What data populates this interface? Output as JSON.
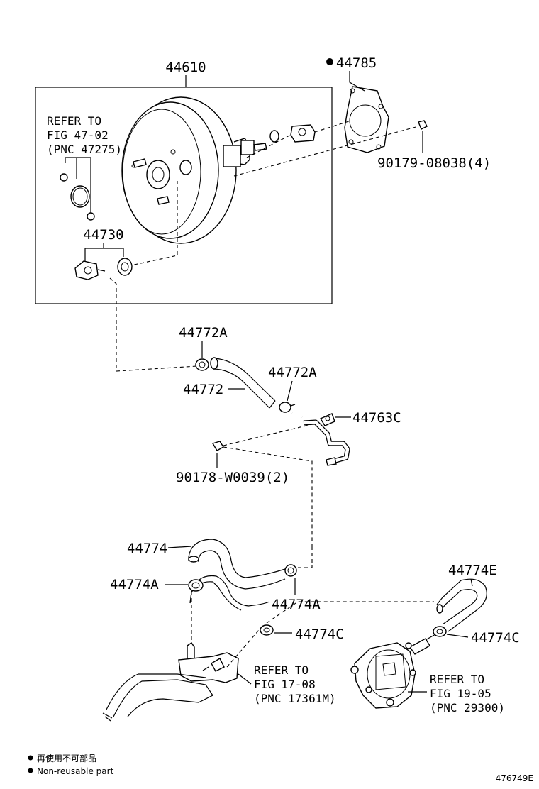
{
  "parts": {
    "booster": "44610",
    "gasket": "44785",
    "nut": "90179-08038(4)",
    "check_valve": "44730",
    "clamp_a_upper": "44772A",
    "hose_upper": "44772",
    "clamp_a_mid": "44772A",
    "pipe": "44763C",
    "bolt": "90178-W0039(2)",
    "hose_lower": "44774",
    "clamp_lower_left": "44774A",
    "clamp_lower_right": "44774A",
    "hose_e": "44774E",
    "clamp_c_left": "44774C",
    "clamp_c_right": "44774C"
  },
  "refs": {
    "fig47": [
      "REFER TO",
      "FIG 47-02",
      "(PNC 47275)"
    ],
    "fig17": [
      "REFER TO",
      "FIG 17-08",
      "(PNC 17361M)"
    ],
    "fig19": [
      "REFER TO",
      "FIG 19-05",
      "(PNC 29300)"
    ]
  },
  "legend": {
    "jp": "再使用不可部品",
    "en": "Non-reusable part"
  },
  "diagram_id": "476749E"
}
